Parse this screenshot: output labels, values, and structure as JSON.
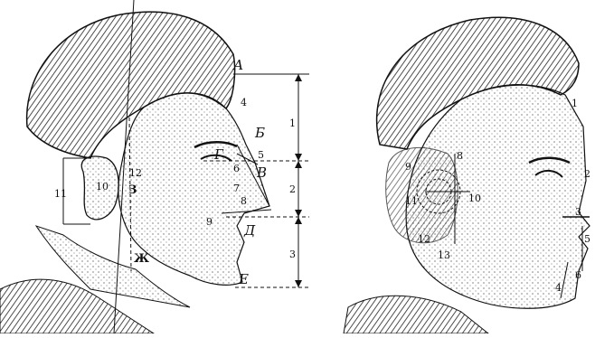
{
  "left_figure": {
    "letters": [
      "А",
      "Б",
      "В",
      "Г",
      "Д",
      "Е",
      "Ж",
      "З"
    ],
    "numbers": [
      "1",
      "2",
      "3",
      "4",
      "5",
      "6",
      "7",
      "8",
      "9",
      "10",
      "11",
      "12"
    ]
  },
  "right_figure": {
    "numbers": [
      "1",
      "2",
      "3",
      "4",
      "5",
      "6",
      "8",
      "9",
      "10",
      "11",
      "12",
      "13"
    ]
  },
  "colors": {
    "ink": "#111111",
    "paper": "#ffffff",
    "hair": "#2a2a2a"
  }
}
